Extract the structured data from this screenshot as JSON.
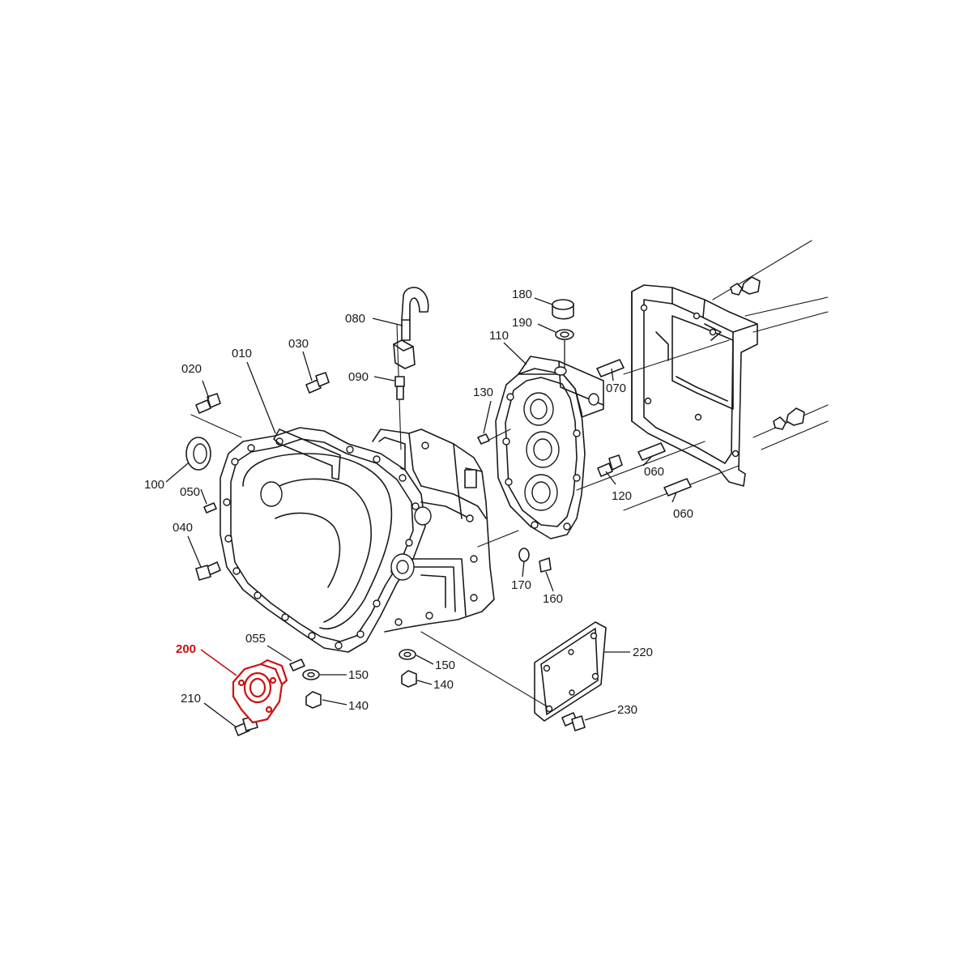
{
  "diagram": {
    "highlight_color": "#cc1111",
    "line_color": "#1a1a1a",
    "background": "#ffffff",
    "highlighted_part": "200",
    "labels": {
      "p010": "010",
      "p020": "020",
      "p030": "030",
      "p040": "040",
      "p050": "050",
      "p055": "055",
      "p060a": "060",
      "p060b": "060",
      "p070": "070",
      "p080": "080",
      "p090": "090",
      "p100": "100",
      "p110": "110",
      "p120": "120",
      "p130": "130",
      "p140a": "140",
      "p140b": "140",
      "p150a": "150",
      "p150b": "150",
      "p160": "160",
      "p170": "170",
      "p180": "180",
      "p190": "190",
      "p200": "200",
      "p210": "210",
      "p220": "220",
      "p230": "230"
    }
  }
}
